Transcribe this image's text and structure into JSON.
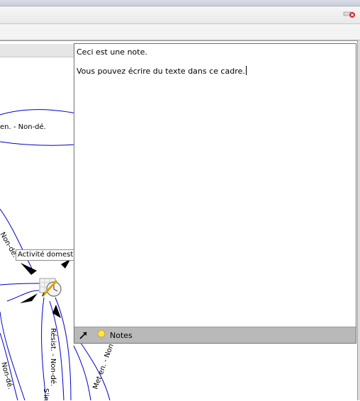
{
  "note": {
    "line1": "Ceci est une note.",
    "line2": "Vous pouvez écrire du texte dans ce cadre.",
    "footer_label": "Notes"
  },
  "graph": {
    "node_label": "Activité domestique",
    "edge_labels": {
      "e1": "en. - Non-dé.",
      "e2": "Non-dé.",
      "e3": "Résist. - Non-dé.",
      "e4": "Met en. - Non",
      "e5": "Non-dé.",
      "e6": "S'im"
    }
  },
  "colors": {
    "edge": "#0000cc",
    "footer": "#b9b9b9"
  }
}
